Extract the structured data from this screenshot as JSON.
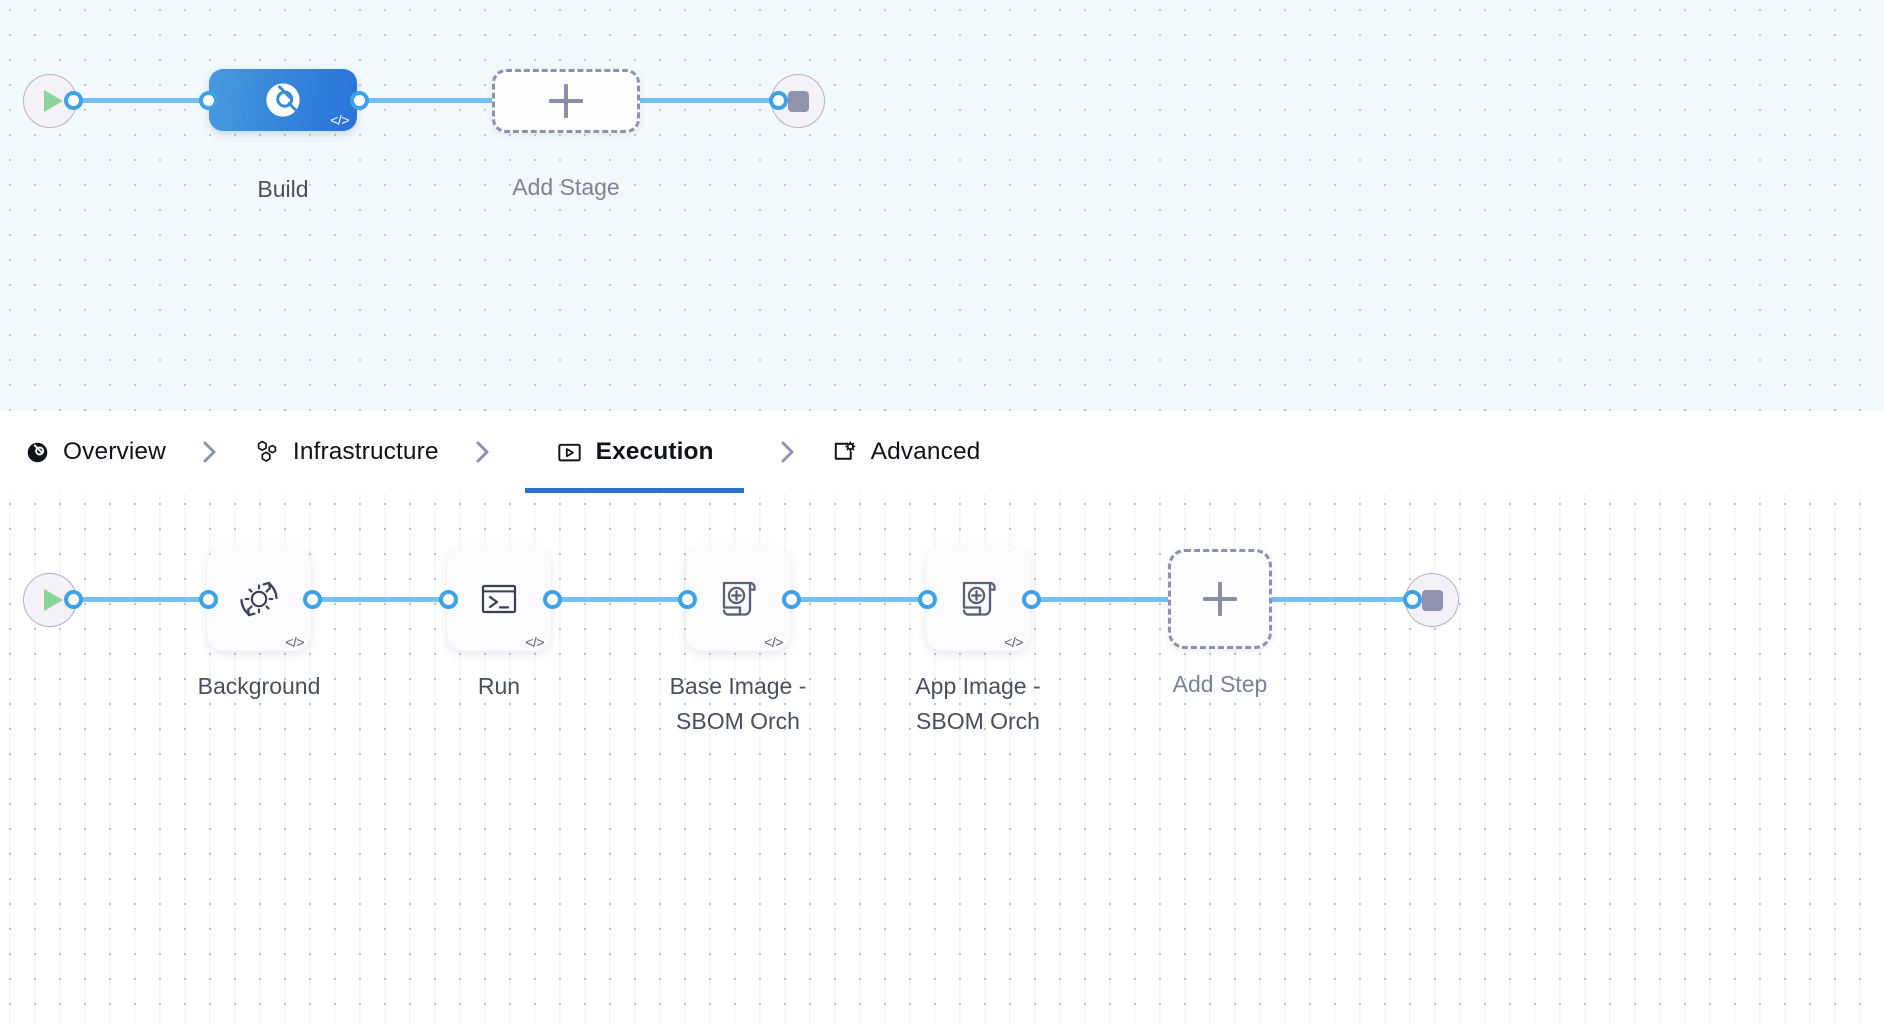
{
  "stage_graph": {
    "start_node": {
      "name": "pipeline-start",
      "icon": "play-icon"
    },
    "end_node": {
      "name": "pipeline-end",
      "icon": "stop-icon"
    },
    "stages": [
      {
        "label": "Build",
        "icon": "build-stage-icon",
        "badge": "</>",
        "selected": true
      },
      {
        "label": "Add Stage",
        "icon": "plus-icon",
        "type": "add"
      }
    ]
  },
  "tabs": {
    "separator": "chevron-right-icon",
    "items": [
      {
        "label": "Overview",
        "icon": "overview-icon",
        "active": false
      },
      {
        "label": "Infrastructure",
        "icon": "infrastructure-icon",
        "active": false
      },
      {
        "label": "Execution",
        "icon": "execution-icon",
        "active": true
      },
      {
        "label": "Advanced",
        "icon": "advanced-icon",
        "active": false
      }
    ]
  },
  "step_graph": {
    "start_node": {
      "name": "execution-start",
      "icon": "play-icon"
    },
    "end_node": {
      "name": "execution-end",
      "icon": "stop-icon"
    },
    "steps": [
      {
        "label": "Background",
        "icon": "gear-refresh-icon",
        "badge": "</>"
      },
      {
        "label": "Run",
        "icon": "terminal-icon",
        "badge": "</>"
      },
      {
        "label": "Base Image -\nSBOM Orch",
        "icon": "scroll-plus-icon",
        "badge": "</>"
      },
      {
        "label": "App Image -\nSBOM Orch",
        "icon": "scroll-plus-icon",
        "badge": "</>"
      },
      {
        "label": "Add Step",
        "icon": "plus-icon",
        "type": "add"
      }
    ]
  },
  "colors": {
    "accent": "#2a6fc9",
    "wire": "#74c0f0",
    "port": "#3fa2e8",
    "stage_fill": "#3a8ada",
    "play": "#8cd49a",
    "stop": "#9093ad"
  }
}
